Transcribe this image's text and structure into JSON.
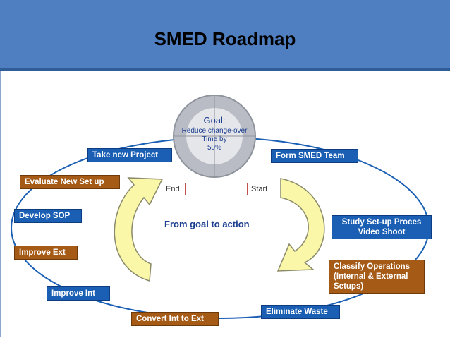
{
  "title": "SMED Roadmap",
  "goal": {
    "heading": "Goal:",
    "line1": "Reduce change-over",
    "line2": "Time by",
    "line3": "50%"
  },
  "center_text": "From goal to action",
  "start_label": "Start",
  "end_label": "End",
  "steps": {
    "form_team": "Form SMED Team",
    "study_line1": "Study Set-up Proces",
    "study_line2": "Video Shoot",
    "classify_line1": "Classify Operations",
    "classify_line2": "(Internal & External",
    "classify_line3": "Setups)",
    "eliminate": "Eliminate Waste",
    "convert": "Convert Int to Ext",
    "improve_int": "Improve Int",
    "improve_ext": "Improve Ext",
    "develop_sop": "Develop SOP",
    "evaluate": "Evaluate New Set up",
    "take_new": "Take new Project"
  },
  "colors": {
    "header": "#4f7fc0",
    "blue_box": "#1a5fb4",
    "brown_box": "#a55a16",
    "arrow_fill": "#fbf7a8",
    "ellipse": "#1a5fb4"
  }
}
